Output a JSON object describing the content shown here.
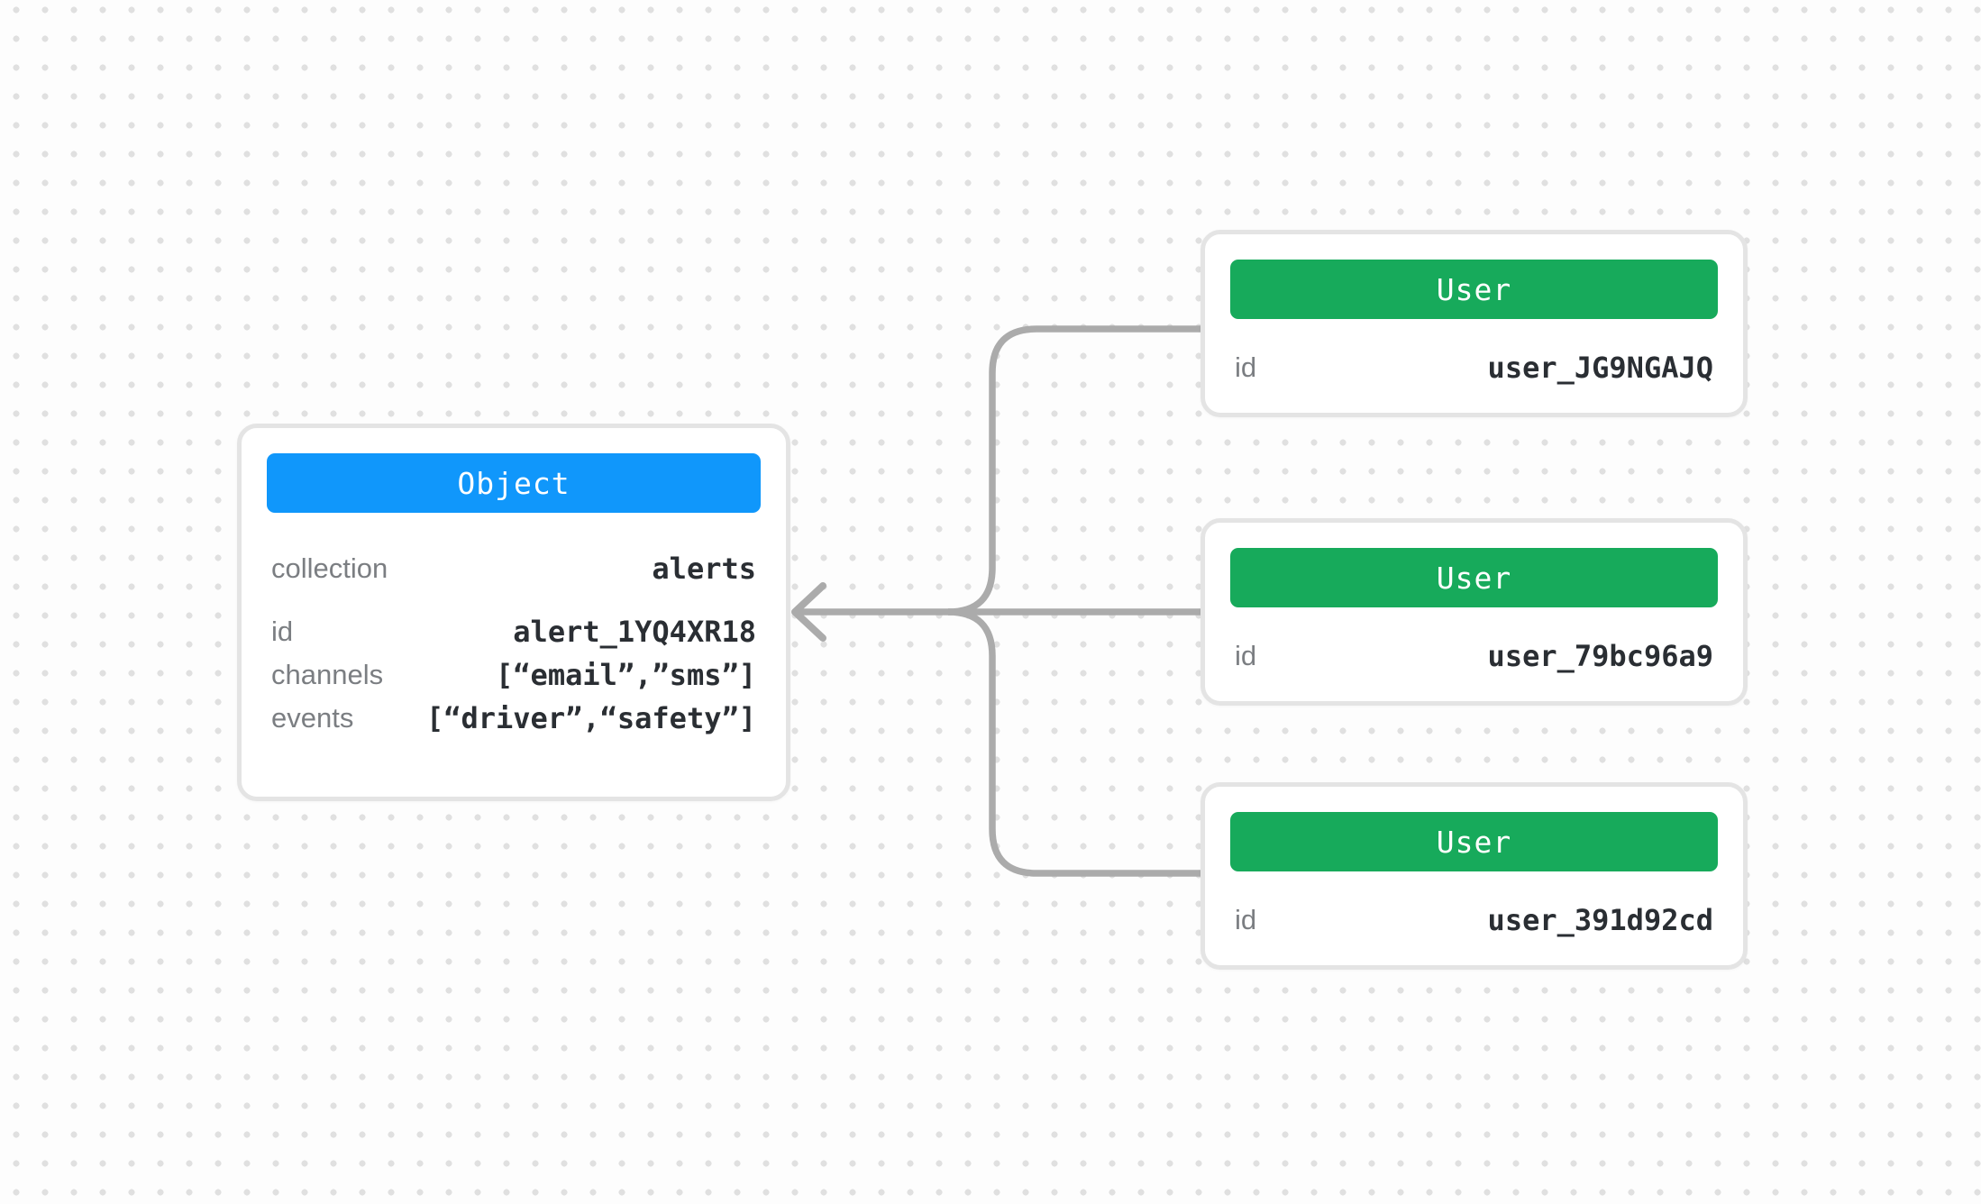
{
  "colors": {
    "object_header": "#1097fb",
    "user_header": "#17aa5b",
    "connector": "#ababab"
  },
  "object_card": {
    "title": "Object",
    "rows": [
      {
        "label": "collection",
        "value": "alerts"
      },
      {
        "label": "id",
        "value": "alert_1YQ4XR18"
      },
      {
        "label": "channels",
        "value": "[“email”,”sms”]"
      },
      {
        "label": "events",
        "value": "[“driver”,“safety”]"
      }
    ]
  },
  "user_cards": [
    {
      "title": "User",
      "fields": [
        {
          "label": "id",
          "value": "user_JG9NGAJQ"
        }
      ]
    },
    {
      "title": "User",
      "fields": [
        {
          "label": "id",
          "value": "user_79bc96a9"
        }
      ]
    },
    {
      "title": "User",
      "fields": [
        {
          "label": "id",
          "value": "user_391d92cd"
        }
      ]
    }
  ]
}
